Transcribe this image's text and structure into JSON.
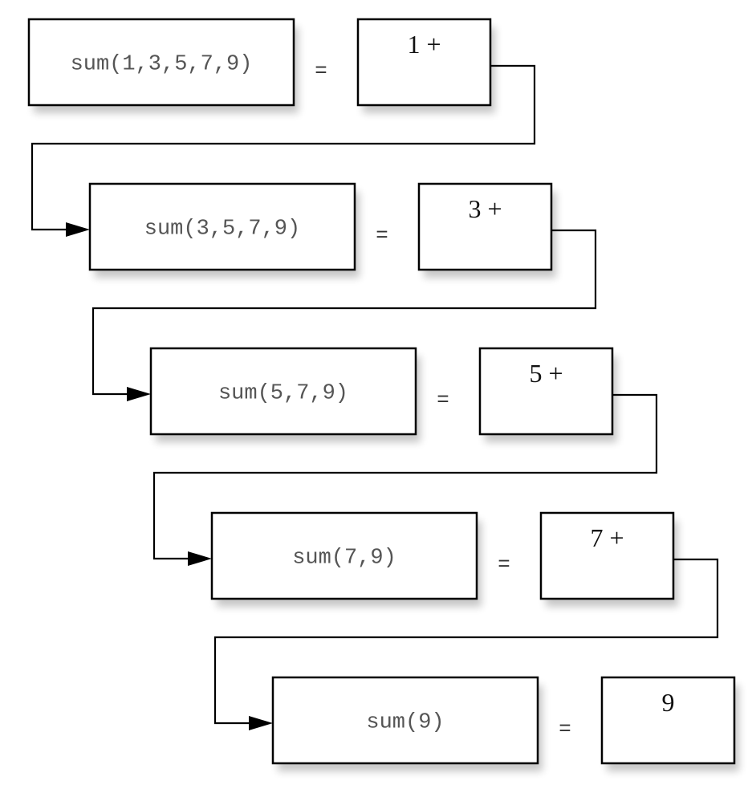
{
  "diagram": {
    "steps": [
      {
        "call": "sum(1,3,5,7,9)",
        "equals": "=",
        "result": "1 +"
      },
      {
        "call": "sum(3,5,7,9)",
        "equals": "=",
        "result": "3 +"
      },
      {
        "call": "sum(5,7,9)",
        "equals": "=",
        "result": "5 +"
      },
      {
        "call": "sum(7,9)",
        "equals": "=",
        "result": "7 +"
      },
      {
        "call": "sum(9)",
        "equals": "=",
        "result": "9"
      }
    ]
  }
}
